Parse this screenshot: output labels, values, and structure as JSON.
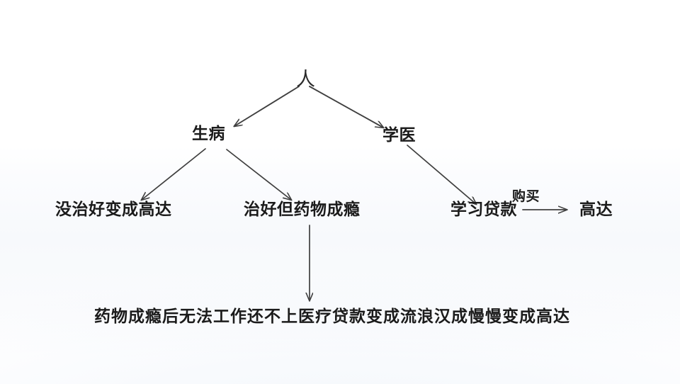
{
  "diagram": {
    "type": "flowchart",
    "title": "",
    "background_color": "#ffffff",
    "stroke_color": "#3a3a3a",
    "text_color": "#1b1b1b",
    "nodes": {
      "root": "人",
      "branch_sick": "生病",
      "branch_study_medicine": "学医",
      "leaf_not_cured": "没治好变成高达",
      "leaf_cured_addicted": "治好但药物成瘾",
      "leaf_study_loan": "学习贷款",
      "leaf_gundam": "高达",
      "summary": "药物成瘾后无法工作还不上医疗贷款变成流浪汉成慢慢变成高达"
    },
    "edge_labels": {
      "purchase": "购买"
    },
    "edges": [
      {
        "from": "人",
        "to": "生病",
        "label": ""
      },
      {
        "from": "人",
        "to": "学医",
        "label": ""
      },
      {
        "from": "生病",
        "to": "没治好变成高达",
        "label": ""
      },
      {
        "from": "生病",
        "to": "治好但药物成瘾",
        "label": ""
      },
      {
        "from": "学医",
        "to": "学习贷款",
        "label": ""
      },
      {
        "from": "学习贷款",
        "to": "高达",
        "label": "购买"
      },
      {
        "from": "治好但药物成瘾",
        "to": "药物成瘾后无法工作还不上医疗贷款变成流浪汉成慢慢变成高达",
        "label": ""
      }
    ]
  }
}
